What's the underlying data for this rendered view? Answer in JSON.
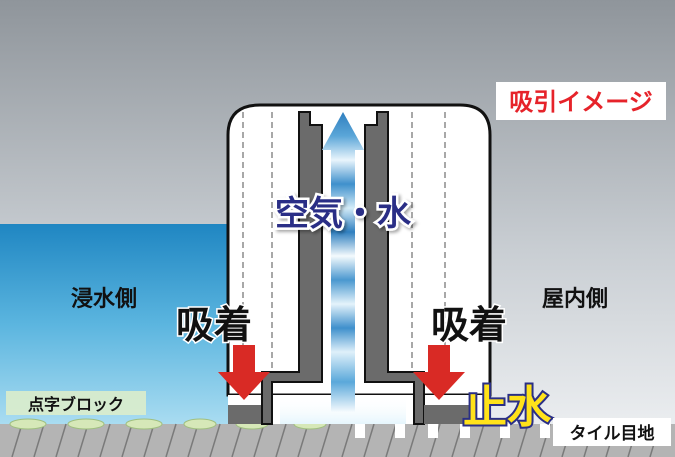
{
  "labels": {
    "title": "吸引イメージ",
    "flow": "空気・水",
    "flooded_side": "浸水側",
    "indoor_side": "屋内側",
    "suction_left": "吸着",
    "suction_right": "吸着",
    "stop_water": "止水",
    "braille_block": "点字ブロック",
    "tile_joint": "タイル目地"
  },
  "colors": {
    "sky_top": "#8f959b",
    "sky_bottom": "#f1f3f5",
    "water_top": "#1f86c2",
    "water_bottom": "#a9dcf1",
    "title_text": "#e6232a",
    "flow_text": "#2a2f86",
    "suction_arrow": "#d92a25",
    "stop_water_text": "#ffe21a",
    "body_outline": "#111111",
    "rubber_gray": "#6b6b6b",
    "ground_gray": "#b4b4b4"
  }
}
